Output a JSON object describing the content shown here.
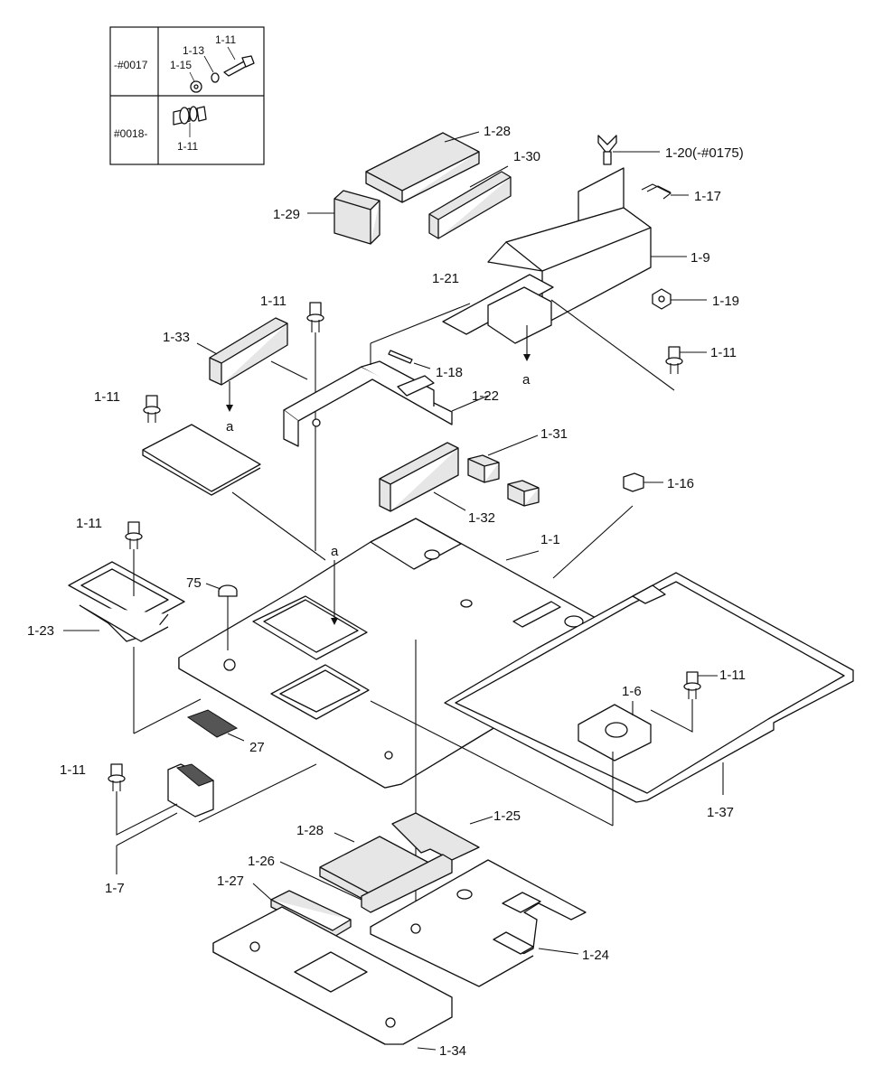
{
  "legend": {
    "rows": [
      {
        "serial": "-#0017",
        "labels": [
          "1-13",
          "1-11",
          "1-15"
        ]
      },
      {
        "serial": "#0018-",
        "labels": [
          "1-11"
        ]
      }
    ]
  },
  "parts": {
    "p1_28a": "1-28",
    "p1_30": "1-30",
    "p1_20": "1-20(-#0175)",
    "p1_17": "1-17",
    "p1_29": "1-29",
    "p1_9": "1-9",
    "p1_21": "1-21",
    "p1_19": "1-19",
    "p1_11a": "1-11",
    "p1_11b": "1-11",
    "p1_33": "1-33",
    "p1_18": "1-18",
    "p1_22": "1-22",
    "p1_11c": "1-11",
    "p1_31": "1-31",
    "p1_32": "1-32",
    "p1_16": "1-16",
    "p1_11d": "1-11",
    "p1_1": "1-1",
    "p75": "75",
    "p1_23": "1-23",
    "p1_11e": "1-11",
    "p1_6": "1-6",
    "p27": "27",
    "p1_11f": "1-11",
    "p1_37": "1-37",
    "p1_25": "1-25",
    "p1_28b": "1-28",
    "p1_26": "1-26",
    "p1_7": "1-7",
    "p1_27": "1-27",
    "p1_24": "1-24",
    "p1_34": "1-34"
  },
  "refs": {
    "a1": "a",
    "a2": "a",
    "a3": "a"
  }
}
